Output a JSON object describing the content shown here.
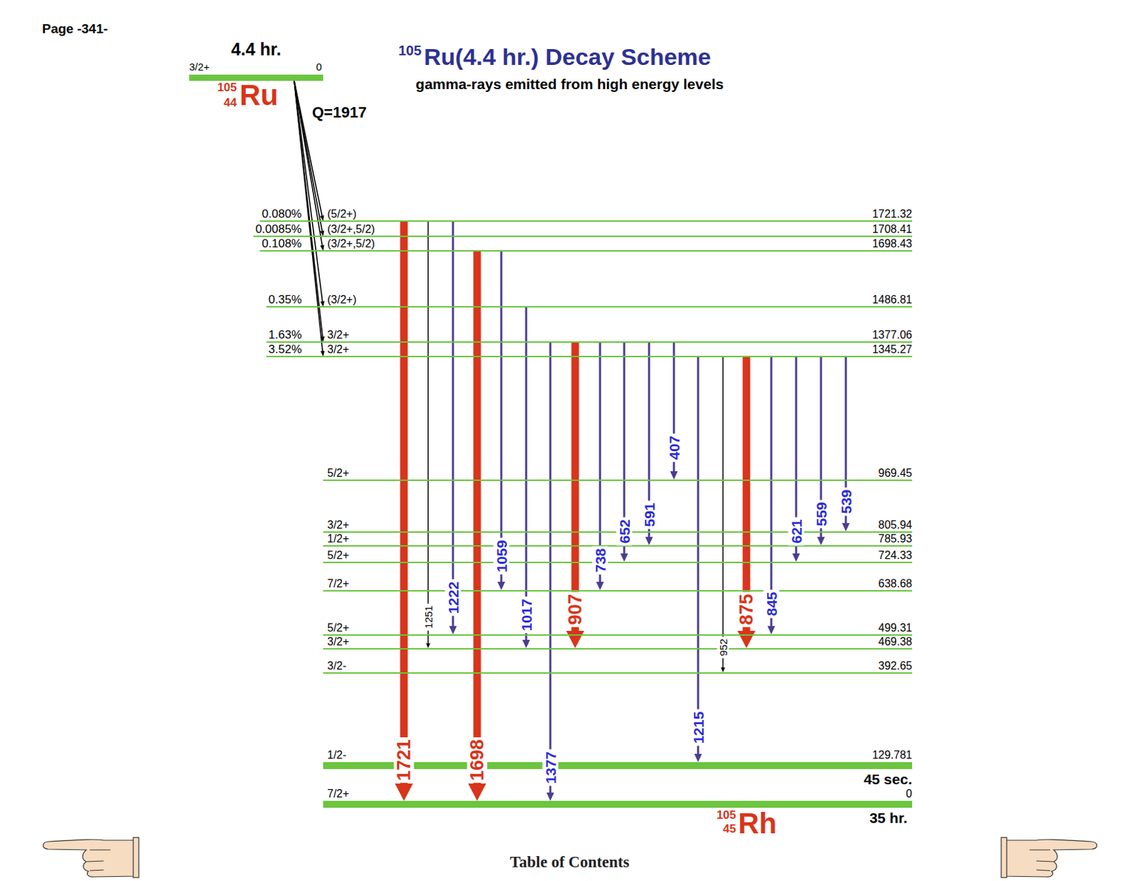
{
  "diagram": {
    "title": "Ru(4.4 hr.) Decay Scheme",
    "nodes": [
      {
        "text": [
          "4.4 hr.",
          "3/2+",
          "0",
          "105",
          "44",
          "Ru"
        ]
      },
      {
        "text": [
          "(5/2+)",
          "1721.32"
        ]
      },
      {
        "text": [
          "(3/2+,5/2)",
          "1708.41"
        ]
      },
      {
        "text": [
          "(3/2+,5/2)",
          "1698.43"
        ]
      },
      {
        "text": [
          "(3/2+)",
          "1486.81"
        ]
      },
      {
        "text": [
          "3/2+",
          "1377.06"
        ]
      },
      {
        "text": [
          "3/2+",
          "1345.27"
        ]
      },
      {
        "text": [
          "5/2+",
          "969.45"
        ]
      },
      {
        "text": [
          "3/2+",
          "805.94"
        ]
      },
      {
        "text": [
          "1/2+",
          "785.93"
        ]
      },
      {
        "text": [
          "5/2+",
          "724.33"
        ]
      },
      {
        "text": [
          "7/2+",
          "638.68"
        ]
      },
      {
        "text": [
          "5/2+",
          "499.31"
        ]
      },
      {
        "text": [
          "3/2+",
          "469.38"
        ]
      },
      {
        "text": [
          "3/2-",
          "392.65"
        ]
      },
      {
        "text": [
          "1/2-",
          "129.781",
          "45 sec."
        ]
      },
      {
        "text": [
          "7/2+",
          "0",
          "35 hr.",
          "105",
          "45",
          "Rh"
        ]
      }
    ],
    "edges": [
      {
        "from": 0,
        "to": 1,
        "arrow": "to",
        "label": "0.080%"
      },
      {
        "from": 0,
        "to": 2,
        "arrow": "to",
        "label": "0.0085%"
      },
      {
        "from": 0,
        "to": 3,
        "arrow": "to",
        "label": "0.108%"
      },
      {
        "from": 0,
        "to": 4,
        "arrow": "to",
        "label": "0.35%"
      },
      {
        "from": 0,
        "to": 5,
        "arrow": "to",
        "label": "1.63%"
      },
      {
        "from": 0,
        "to": 6,
        "arrow": "to",
        "label": "3.52%"
      },
      {
        "from": 1,
        "to": 16,
        "arrow": "to",
        "label": "1721"
      },
      {
        "from": 1,
        "to": 13,
        "arrow": "to",
        "label": "1251"
      },
      {
        "from": 1,
        "to": 12,
        "arrow": "to",
        "label": "1222"
      },
      {
        "from": 3,
        "to": 16,
        "arrow": "to",
        "label": "1698"
      },
      {
        "from": 3,
        "to": 11,
        "arrow": "to",
        "label": "1059"
      },
      {
        "from": 4,
        "to": 13,
        "arrow": "to",
        "label": "1017"
      },
      {
        "from": 5,
        "to": 16,
        "arrow": "to",
        "label": "1377"
      },
      {
        "from": 5,
        "to": 13,
        "arrow": "to",
        "label": "907"
      },
      {
        "from": 5,
        "to": 11,
        "arrow": "to",
        "label": "738"
      },
      {
        "from": 5,
        "to": 10,
        "arrow": "to",
        "label": "652"
      },
      {
        "from": 5,
        "to": 9,
        "arrow": "to",
        "label": "591"
      },
      {
        "from": 5,
        "to": 7,
        "arrow": "to",
        "label": "407"
      },
      {
        "from": 6,
        "to": 15,
        "arrow": "to",
        "label": "1215"
      },
      {
        "from": 6,
        "to": 14,
        "arrow": "to",
        "label": "952"
      },
      {
        "from": 6,
        "to": 13,
        "arrow": "to",
        "label": "875"
      },
      {
        "from": 6,
        "to": 12,
        "arrow": "to",
        "label": "845"
      },
      {
        "from": 6,
        "to": 10,
        "arrow": "to",
        "label": "621"
      },
      {
        "from": 6,
        "to": 9,
        "arrow": "to",
        "label": "559"
      },
      {
        "from": 6,
        "to": 8,
        "arrow": "to",
        "label": "539"
      }
    ],
    "labels": [
      "Page -341-",
      "105",
      "gamma-rays emitted from high energy levels",
      "Q=1917",
      "Table of Contents"
    ]
  }
}
